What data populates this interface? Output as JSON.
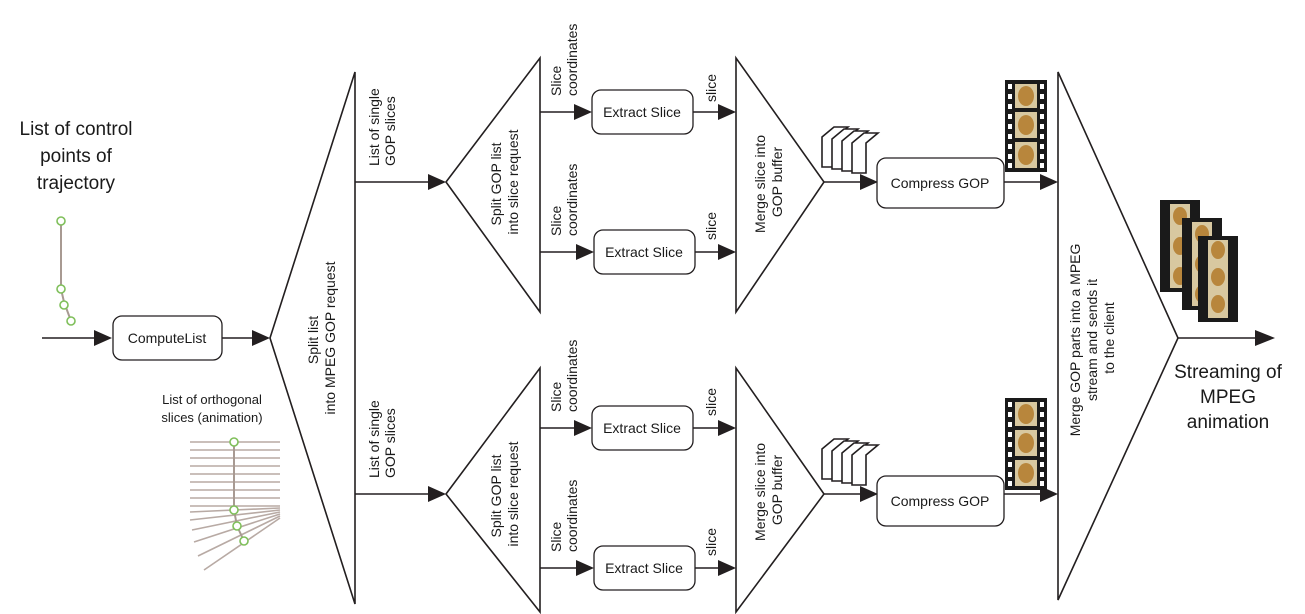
{
  "labels": {
    "control_points_title": "List of control points of trajectory",
    "compute_list": "ComputeList",
    "orthogonal_slices_title": "List of orthogonal slices (animation)",
    "split_mpeg": "Split list into MPEG GOP request",
    "list_single_gop": "List of single GOP slices",
    "split_gop": "Split GOP list into slice request",
    "slice_coordinates": "Slice coordinates",
    "extract_slice": "Extract Slice",
    "slice": "slice",
    "merge_gop_buffer": "Merge slice into GOP buffer",
    "compress_gop": "Compress GOP",
    "merge_mpeg": "Merge GOP parts into a MPEG stream and sends it to the client",
    "streaming_title": "Streaming of MPEG animation"
  },
  "colors": {
    "stroke": "#231f20",
    "control_point": "#7fbf5a",
    "trajectory": "#a89a92",
    "film": "#1a1a1a",
    "frame_image": "#b8863c"
  }
}
